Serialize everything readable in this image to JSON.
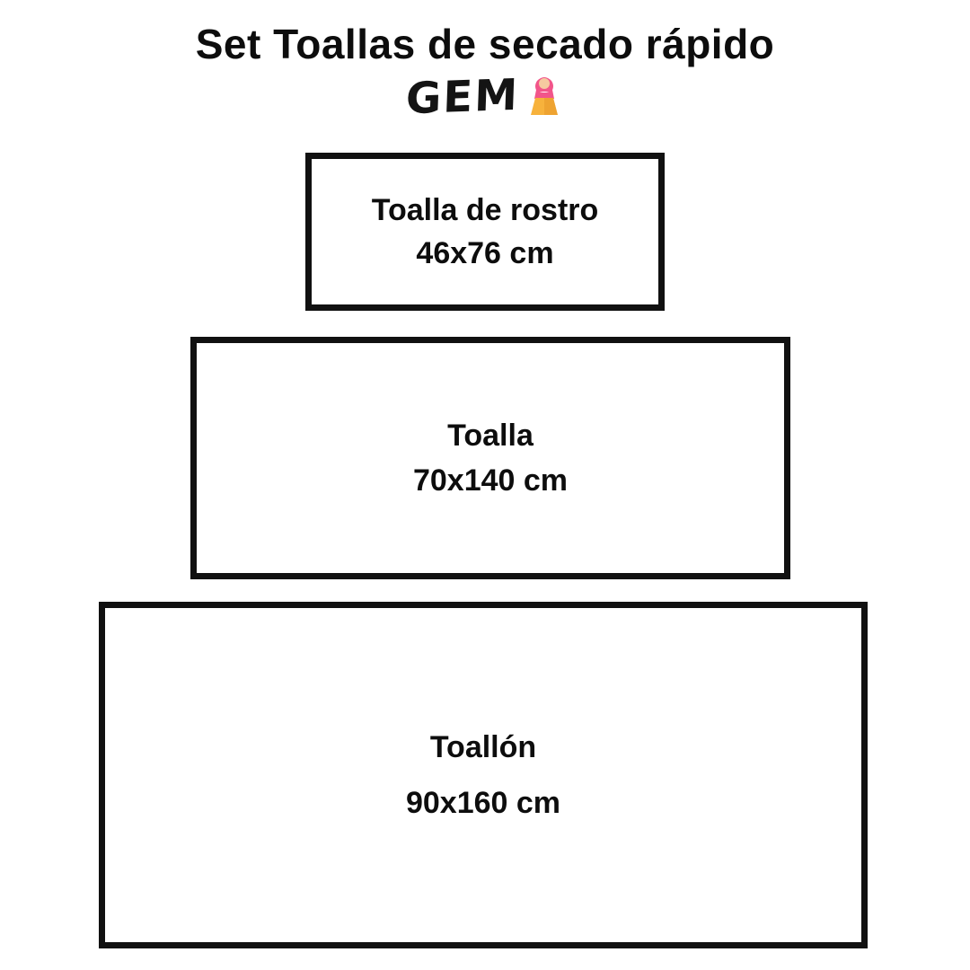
{
  "title": "Set Toallas de secado rápido",
  "logo": {
    "text": "GEM",
    "icon": "woman-icon"
  },
  "boxes": [
    {
      "label": "Toalla de rostro",
      "size": "46x76 cm"
    },
    {
      "label": "Toalla",
      "size": "70x140 cm"
    },
    {
      "label": "Toallón",
      "size": "90x160 cm"
    }
  ],
  "colors": {
    "background": "#ffffff",
    "border": "#111111",
    "text": "#0d0d0d",
    "accent_pink": "#f2558a",
    "accent_yellow": "#f7b23c"
  }
}
